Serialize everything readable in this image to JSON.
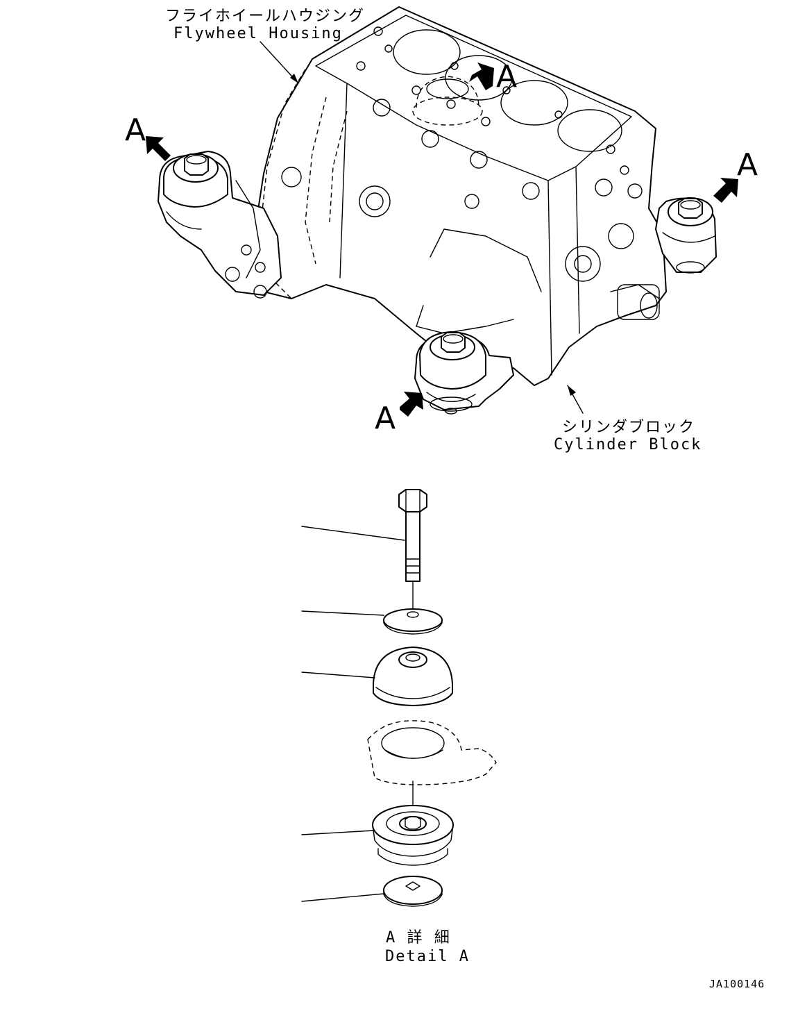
{
  "labels": {
    "flywheel_housing_jp": "フライホイールハウジング",
    "flywheel_housing_en": "Flywheel Housing",
    "cylinder_block_jp": "シリンダブロック",
    "cylinder_block_en": "Cylinder Block",
    "detail_jp": "A 詳 細",
    "detail_en": "Detail A",
    "drawing_number": "JA100146",
    "view_marker": "A"
  }
}
